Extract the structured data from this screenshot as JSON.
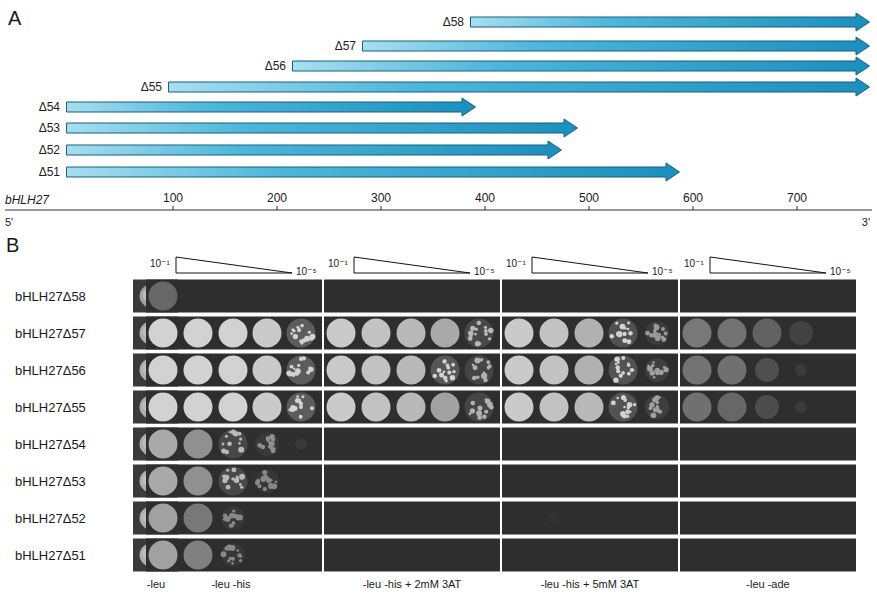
{
  "diagram": {
    "nodes": [
      {
        "text": [
          "Δ58"
        ]
      },
      {
        "text": [
          "Δ57"
        ]
      },
      {
        "text": [
          "Δ56"
        ]
      },
      {
        "text": [
          "Δ55"
        ]
      },
      {
        "text": [
          "Δ54"
        ]
      },
      {
        "text": [
          "Δ53"
        ]
      },
      {
        "text": [
          "Δ52"
        ]
      },
      {
        "text": [
          "Δ51"
        ]
      }
    ],
    "labels": [
      "A",
      "100",
      "200",
      "300",
      "400",
      "500",
      "600",
      "700",
      "bHLH27",
      "5'",
      "3'",
      "B",
      "bHLH27Δ58",
      "bHLH27Δ57",
      "bHLH27Δ56",
      "bHLH27Δ55",
      "bHLH27Δ54",
      "bHLH27Δ53",
      "bHLH27Δ52",
      "bHLH27Δ51",
      "10⁻¹",
      "10⁻⁵",
      "10⁻¹",
      "10⁻⁵",
      "10⁻¹",
      "10⁻⁵",
      "10⁻¹",
      "10⁻⁵",
      "-leu",
      "-leu -his",
      "-leu -his + 2mM 3AT",
      "-leu -his + 5mM 3AT",
      "-leu -ade"
    ]
  }
}
